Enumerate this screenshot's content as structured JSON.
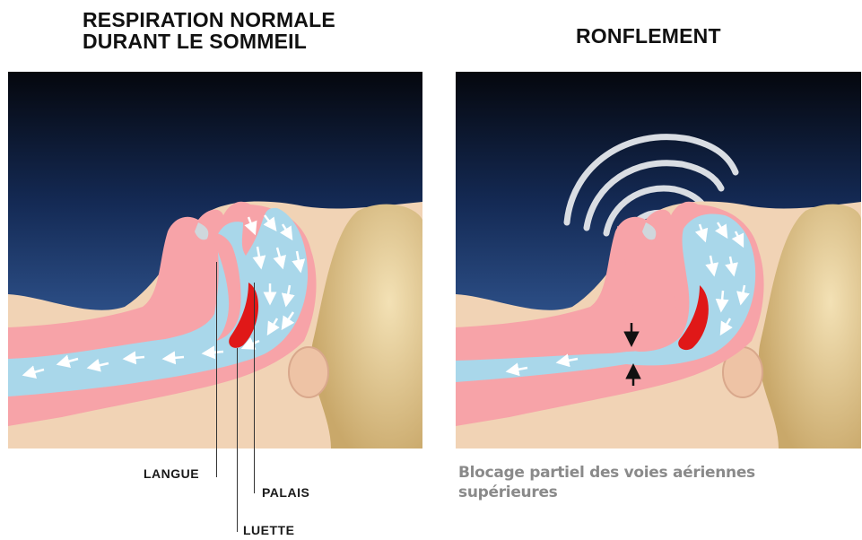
{
  "left": {
    "title_lines": [
      "RESPIRATION NORMALE",
      "DURANT LE SOMMEIL"
    ],
    "labels": {
      "tongue": "LANGUE",
      "palate": "PALAIS",
      "uvula": "LUETTE"
    }
  },
  "right": {
    "title": "RONFLEMENT",
    "caption_lines": [
      "Blocage partiel des voies aériennes",
      "supérieures"
    ]
  },
  "colors": {
    "sky_top": "#05070d",
    "sky_bottom": "#3f70b8",
    "flesh": "#f7a3a8",
    "airway": "#a9d7ea",
    "uvula": "#e01818",
    "skin": "#f1d3b5",
    "hair": "#e7cf98"
  }
}
